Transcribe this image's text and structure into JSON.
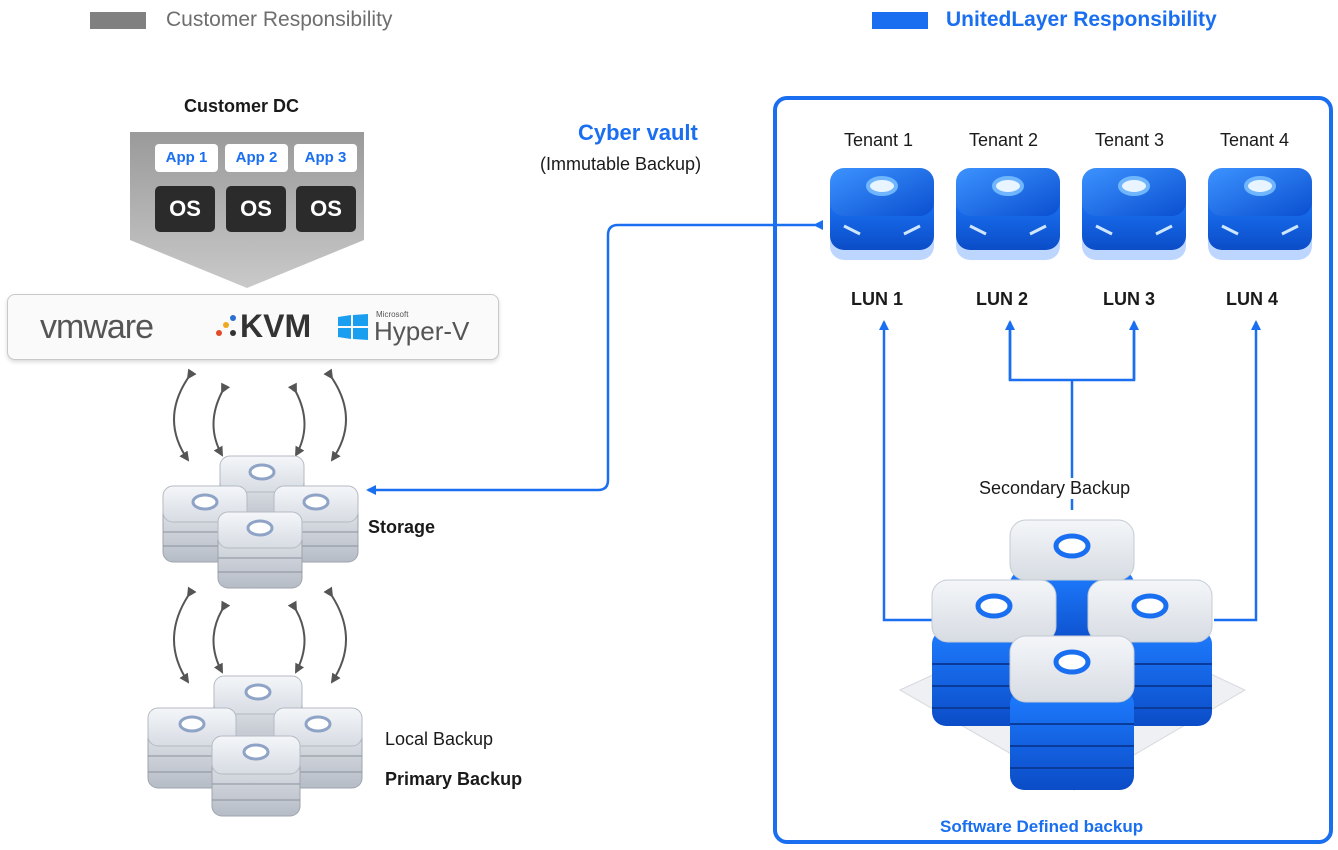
{
  "legend": {
    "customer": {
      "label": "Customer Responsibility",
      "color": "#808080"
    },
    "unitedlayer": {
      "label": "UnitedLayer Responsibility",
      "color": "#1a6ff0"
    }
  },
  "customer_dc": {
    "title": "Customer DC",
    "apps": [
      "App 1",
      "App 2",
      "App 3"
    ],
    "os": [
      "OS",
      "OS",
      "OS"
    ]
  },
  "hypervisors": {
    "vmware": "vmware",
    "kvm": "KVM",
    "hyperv_small": "Microsoft",
    "hyperv": "Hyper-V"
  },
  "storage": {
    "label": "Storage"
  },
  "local_backup": {
    "label": "Local Backup",
    "primary": "Primary Backup"
  },
  "cyber_vault": {
    "title": "Cyber vault",
    "subtitle": "(Immutable Backup)"
  },
  "tenants": [
    {
      "name": "Tenant 1",
      "lun": "LUN 1"
    },
    {
      "name": "Tenant 2",
      "lun": "LUN 2"
    },
    {
      "name": "Tenant 3",
      "lun": "LUN 3"
    },
    {
      "name": "Tenant 4",
      "lun": "LUN 4"
    }
  ],
  "secondary_backup": {
    "label": "Secondary Backup"
  },
  "software_defined": {
    "label": "Software Defined backup"
  },
  "colors": {
    "accent": "#1a6ff0",
    "gray": "#808080",
    "dark": "#2b2b2b"
  }
}
